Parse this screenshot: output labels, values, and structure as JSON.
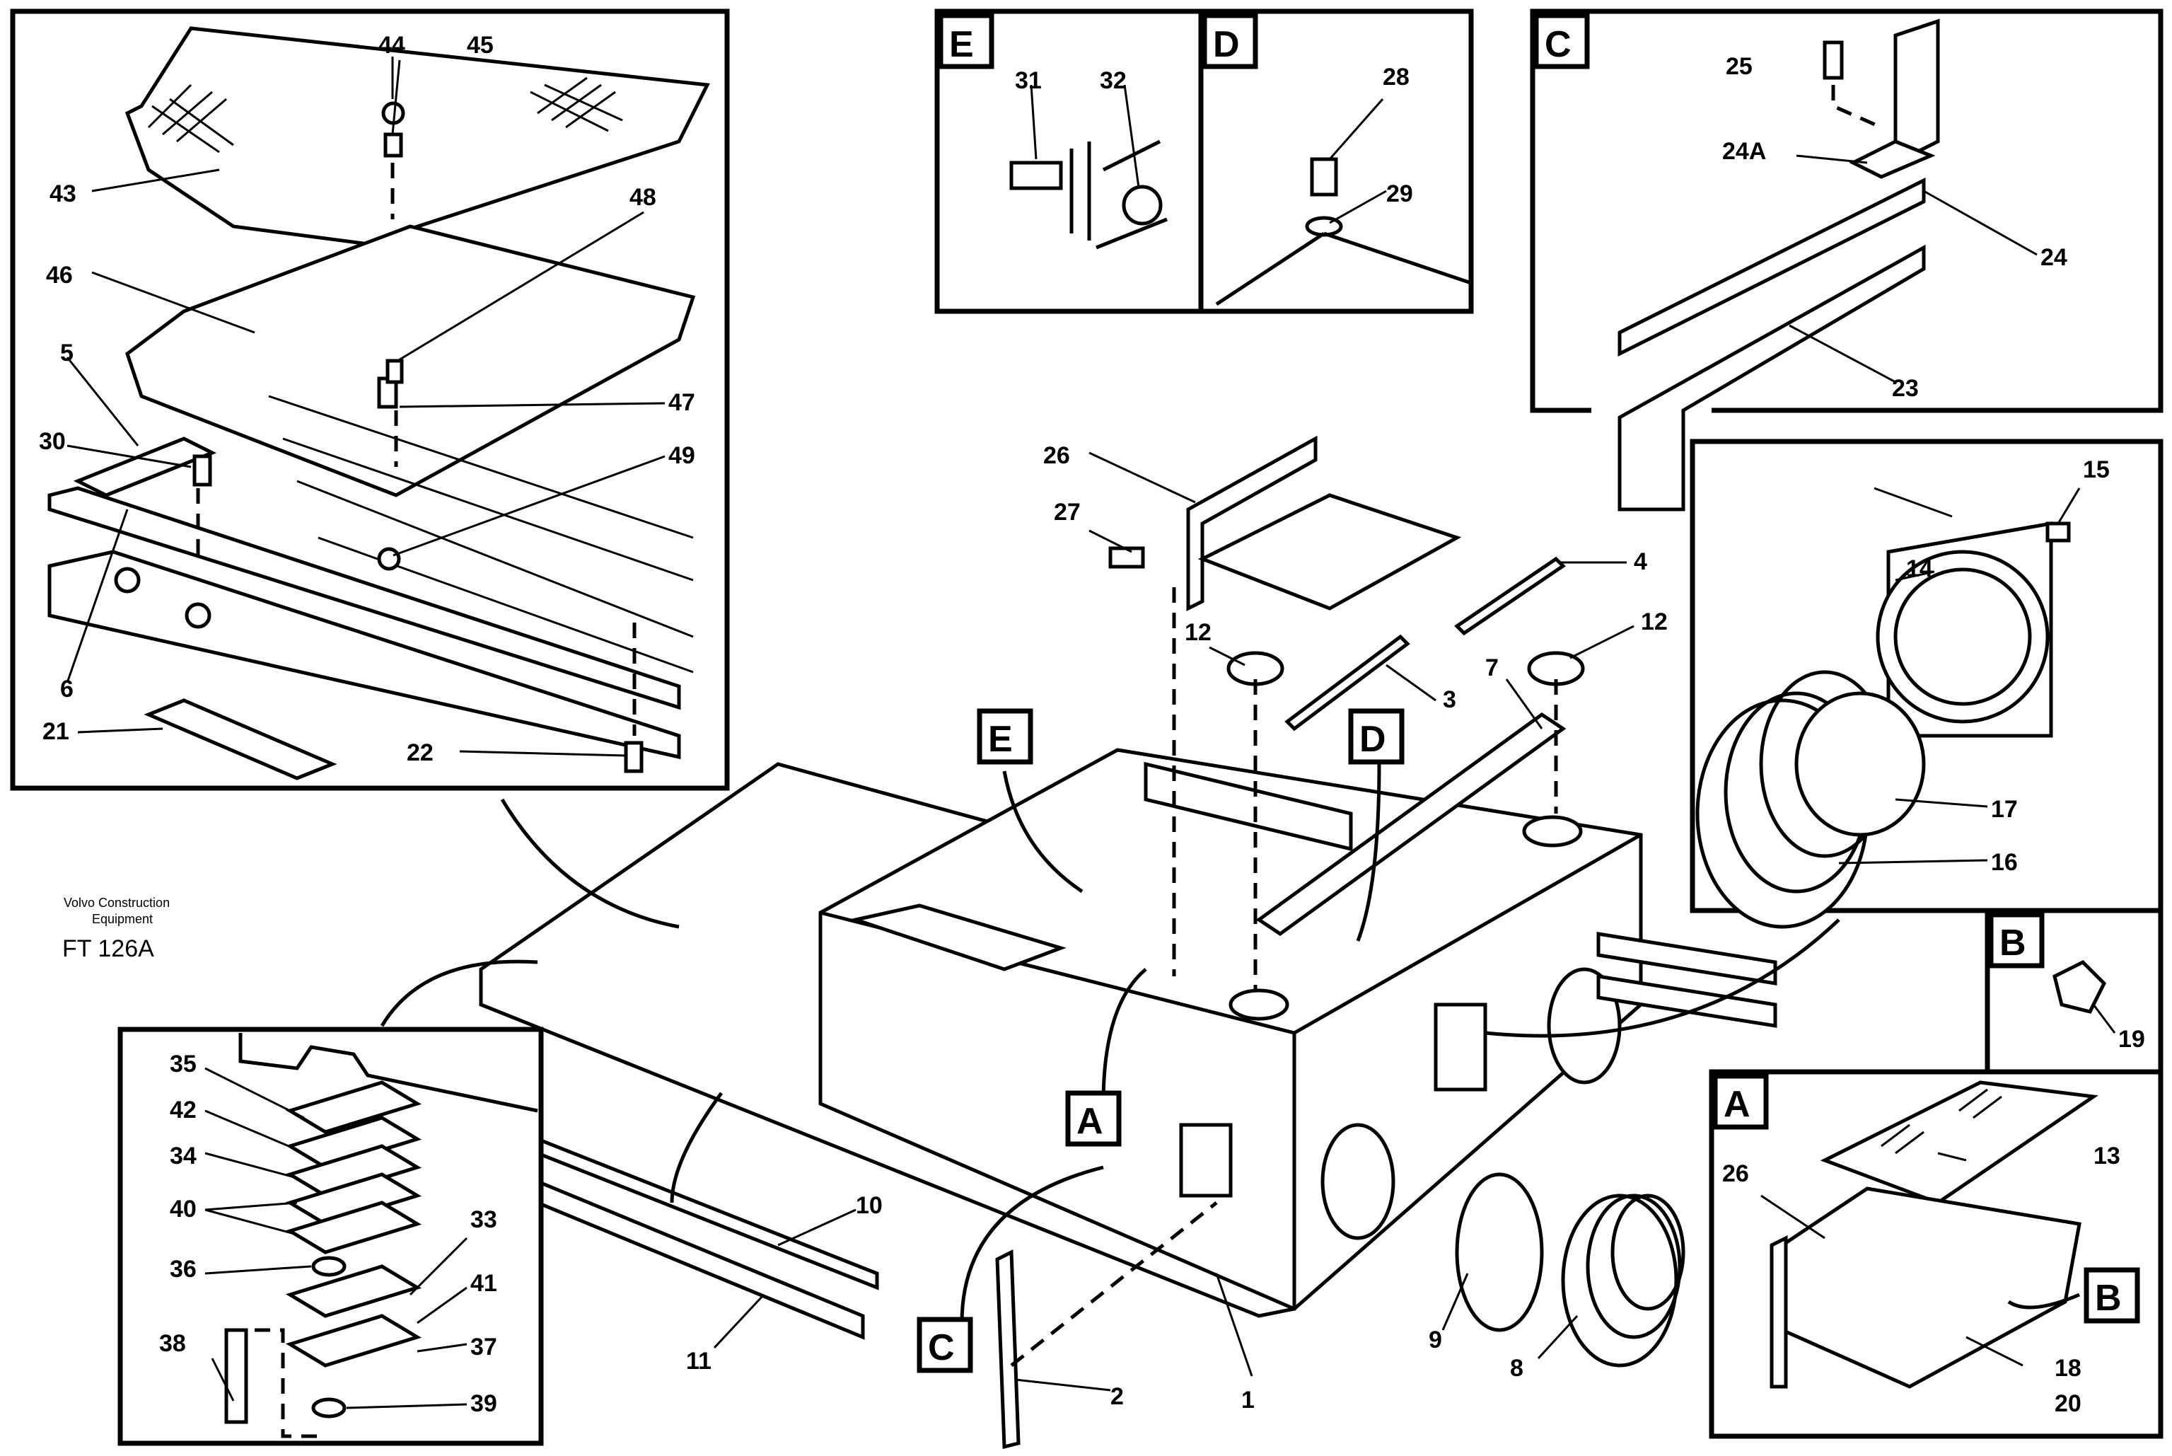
{
  "caption": {
    "company_line1": "Volvo Construction",
    "company_line2": "Equipment",
    "figure_code": "FT 126A"
  },
  "section_letters": {
    "E": "E",
    "D": "D",
    "C": "C",
    "B": "B",
    "A": "A"
  },
  "part_labels": {
    "p1": "1",
    "p2": "2",
    "p3": "3",
    "p4": "4",
    "p5": "5",
    "p6": "6",
    "p7": "7",
    "p8": "8",
    "p9": "9",
    "p10": "10",
    "p11": "11",
    "p12a": "12",
    "p12b": "12",
    "p13": "13",
    "p14": "14",
    "p15": "15",
    "p16": "16",
    "p17": "17",
    "p18": "18",
    "p19": "19",
    "p20": "20",
    "p21": "21",
    "p22": "22",
    "p23": "23",
    "p24": "24",
    "p24A": "24A",
    "p25": "25",
    "p26a": "26",
    "p26b": "26",
    "p27": "27",
    "p28": "28",
    "p29": "29",
    "p30": "30",
    "p31": "31",
    "p32": "32",
    "p33": "33",
    "p34": "34",
    "p35": "35",
    "p36": "36",
    "p37": "37",
    "p38": "38",
    "p39": "39",
    "p40": "40",
    "p41": "41",
    "p42": "42",
    "p43": "43",
    "p44": "44",
    "p45": "45",
    "p46": "46",
    "p47": "47",
    "p48": "48",
    "p49": "49"
  }
}
